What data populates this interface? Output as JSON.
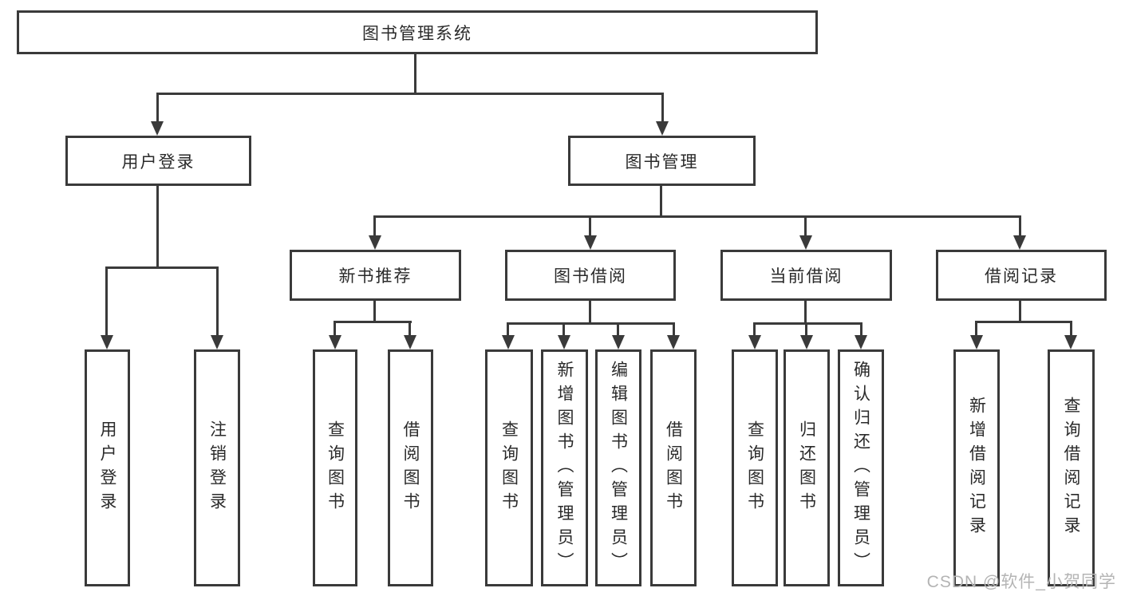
{
  "diagram": {
    "root": {
      "label": "图书管理系统",
      "children": [
        {
          "label": "用户登录",
          "children": [
            {
              "label": "用户登录"
            },
            {
              "label": "注销登录"
            }
          ]
        },
        {
          "label": "图书管理",
          "children": [
            {
              "label": "新书推荐",
              "children": [
                {
                  "label": "查询图书"
                },
                {
                  "label": "借阅图书"
                }
              ]
            },
            {
              "label": "图书借阅",
              "children": [
                {
                  "label": "查询图书"
                },
                {
                  "label": "新增图书（管理员）"
                },
                {
                  "label": "编辑图书（管理员）"
                },
                {
                  "label": "借阅图书"
                }
              ]
            },
            {
              "label": "当前借阅",
              "children": [
                {
                  "label": "查询图书"
                },
                {
                  "label": "归还图书"
                },
                {
                  "label": "确认归还（管理员）"
                }
              ]
            },
            {
              "label": "借阅记录",
              "children": [
                {
                  "label": "新增借阅记录"
                },
                {
                  "label": "查询借阅记录"
                }
              ]
            }
          ]
        }
      ]
    }
  },
  "colors": {
    "line": "#3a3a3a",
    "text": "#2a2a2a",
    "background": "#ffffff",
    "watermark": "#b4b4b4"
  },
  "watermark": {
    "text": "CSDN @软件_小贺同学"
  }
}
